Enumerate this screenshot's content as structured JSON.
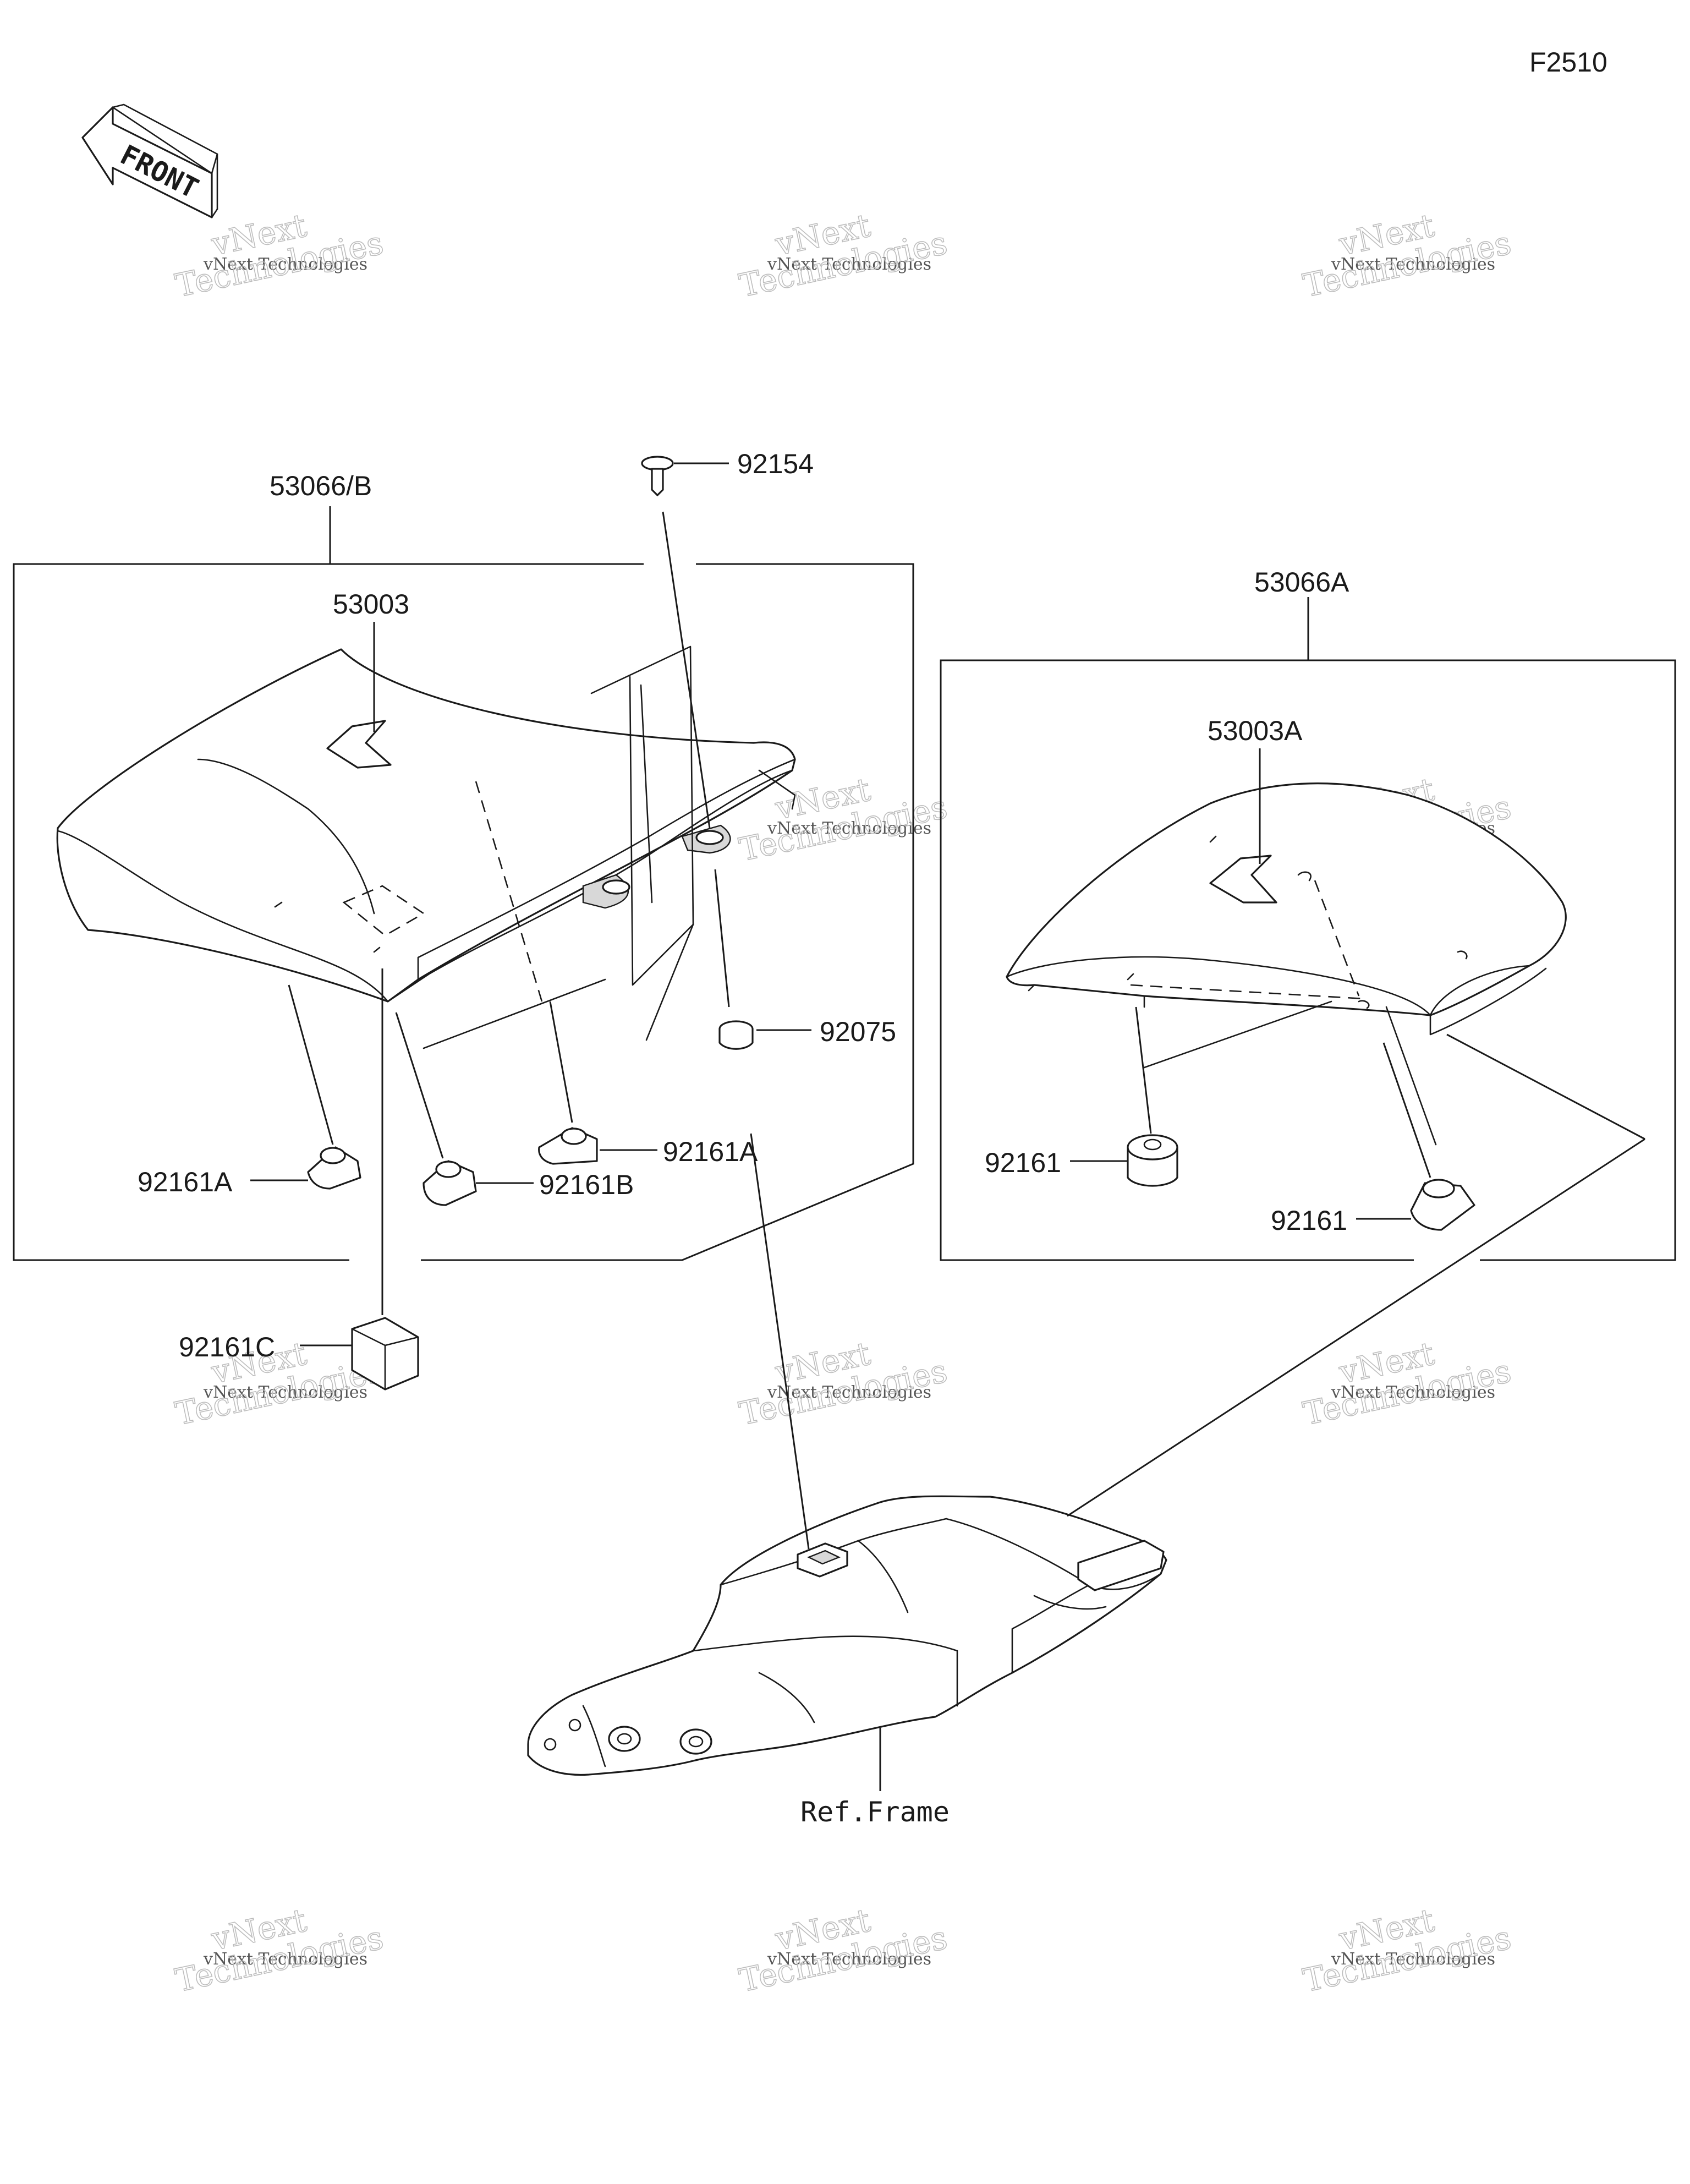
{
  "diagram_code": "F2510",
  "front_label": "FRONT",
  "watermark": {
    "line_small": "vNext Technologies",
    "line_top": "vNext",
    "line_bottom": "Technologies"
  },
  "parts": {
    "main_seat_assy": "53066/B",
    "main_seat_tag": "53003",
    "screw": "92154",
    "grommet": "92075",
    "damper_a_left": "92161A",
    "damper_a_right": "92161A",
    "damper_b": "92161B",
    "damper_c": "92161C",
    "rear_seat_assy": "53066A",
    "rear_seat_tag": "53003A",
    "rear_damper_1": "92161",
    "rear_damper_2": "92161",
    "frame_ref": "Ref.Frame"
  }
}
